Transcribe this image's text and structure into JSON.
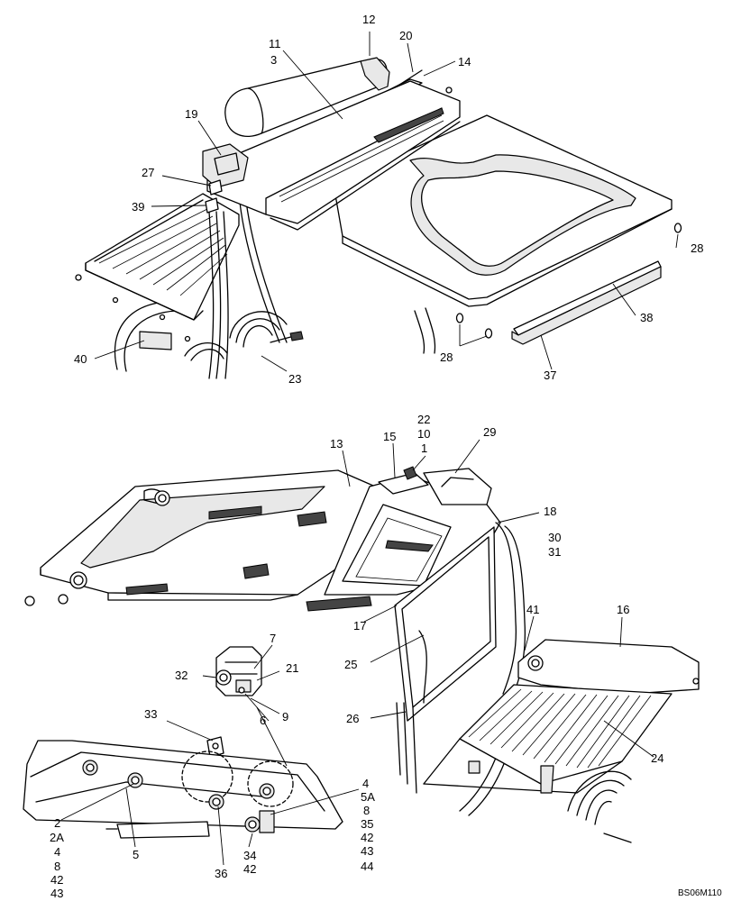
{
  "reference_code": "BS06M110",
  "callouts": {
    "c12": "12",
    "c11": "11",
    "c3": "3",
    "c20": "20",
    "c14": "14",
    "c19": "19",
    "c27": "27",
    "c39": "39",
    "c28a": "28",
    "c28b": "28",
    "c38": "38",
    "c37": "37",
    "c40": "40",
    "c23": "23",
    "c22": "22",
    "c10": "10",
    "c1": "1",
    "c15": "15",
    "c29": "29",
    "c13": "13",
    "c18": "18",
    "c30": "30",
    "c31": "31",
    "c17": "17",
    "c41": "41",
    "c16": "16",
    "c25": "25",
    "c26": "26",
    "c24": "24",
    "c7": "7",
    "c32": "32",
    "c21": "21",
    "c6": "6",
    "c9": "9",
    "c33": "33",
    "c4r": "4",
    "c5Ar": "5A",
    "c8r": "8",
    "c35r": "35",
    "c42r": "42",
    "c43r": "43",
    "c44r": "44",
    "c2": "2",
    "c2A": "2A",
    "c4l": "4",
    "c8l": "8",
    "c42l": "42",
    "c43l": "43",
    "c5": "5",
    "c36": "36",
    "c34": "34",
    "c42m": "42"
  }
}
